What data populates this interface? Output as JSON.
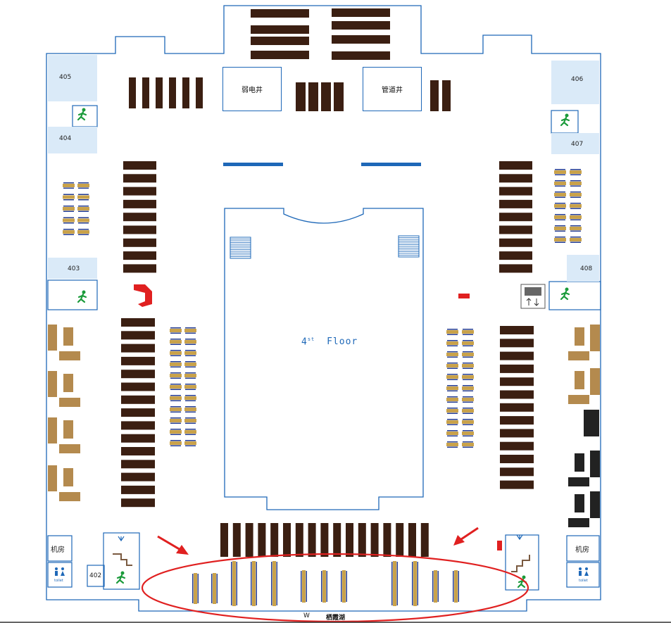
{
  "floor": {
    "number": "4",
    "suffix": "st",
    "word": "Floor"
  },
  "rooms": {
    "r405": "405",
    "r404": "404",
    "r403": "403",
    "r406": "406",
    "r407": "407",
    "r408": "408",
    "r402": "402"
  },
  "shafts": {
    "weak_current": "弱电井",
    "pipe": "管道井"
  },
  "machine_rooms": {
    "left": "机房",
    "right": "机房"
  },
  "toilet": {
    "label": "toilet"
  },
  "bottom": {
    "direction": "W",
    "lake": "栖霞湖"
  },
  "colors": {
    "wall": "#1e68b8",
    "shelf": "#3b1f12",
    "table": "#c9a24a",
    "desk": "#b48a4e",
    "dark_furniture": "#222222",
    "highlight": "#e02020",
    "room_fill": "#daeaf8",
    "exit_sign": "#1a9a3a"
  }
}
